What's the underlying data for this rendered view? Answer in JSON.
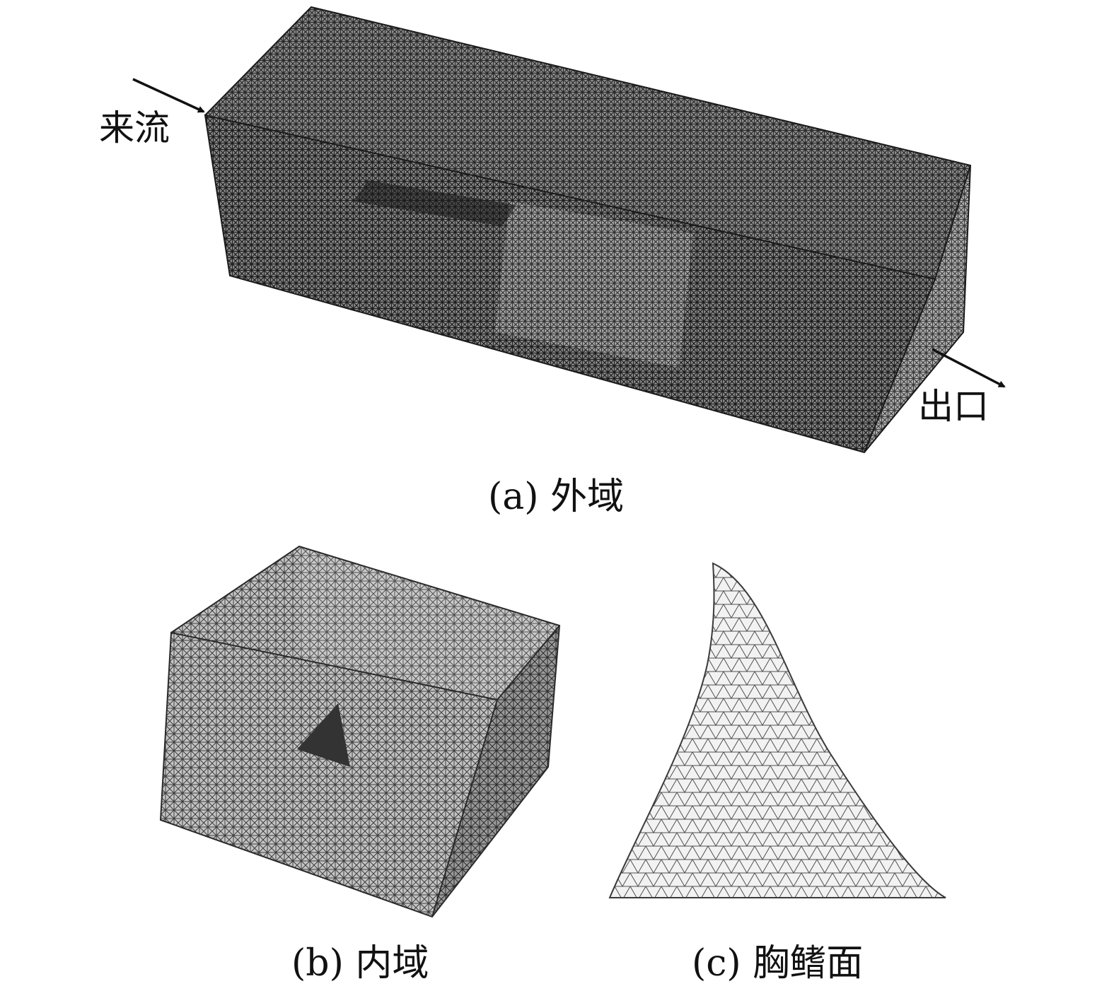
{
  "panel_a": {
    "caption": "(a) 外域",
    "inlet_label": "来流",
    "outlet_label": "出口"
  },
  "panel_b": {
    "caption": "(b) 内域"
  },
  "panel_c": {
    "caption": "(c) 胸鳍面"
  },
  "colors": {
    "mesh_dark": "#2a2a2a",
    "mesh_mid": "#7a7a7a",
    "mesh_light": "#b5b5b5",
    "arrow": "#111111"
  }
}
